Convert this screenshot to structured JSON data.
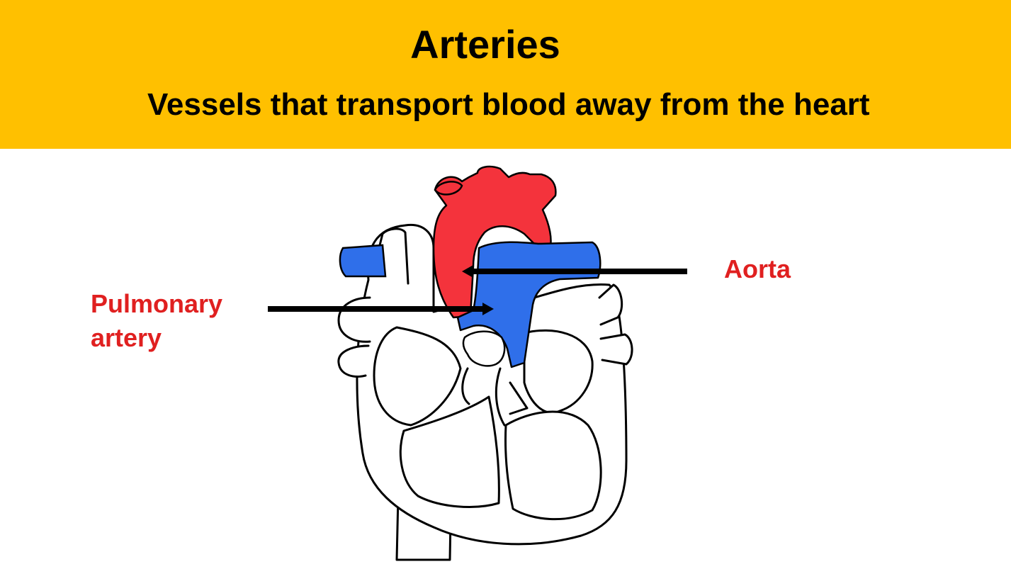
{
  "slide": {
    "title": "Arteries",
    "subtitle": "Vessels that transport blood away from the heart"
  },
  "labels": {
    "aorta": "Aorta",
    "pulmonary_line1": "Pulmonary",
    "pulmonary_line2": "artery"
  },
  "colors": {
    "header_bg": "#FFC000",
    "label_text": "#E02020",
    "aorta_fill": "#F4333C",
    "pulmonary_fill": "#2F6FEA",
    "outline": "#000000"
  }
}
